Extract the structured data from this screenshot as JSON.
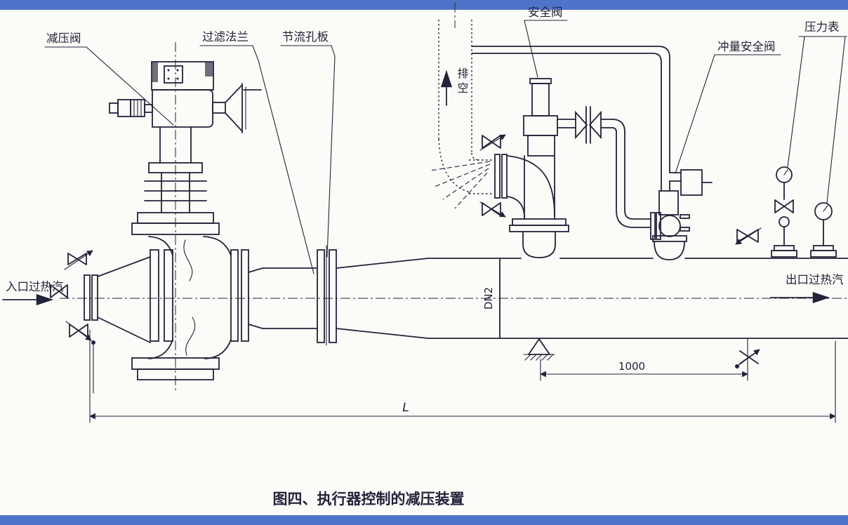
{
  "colors": {
    "bar_blue": "#4e73c8",
    "ink": "#23233a",
    "paper": "#fbfbf8"
  },
  "labels": {
    "reducing_valve": "减压阀",
    "filter_flange": "过滤法兰",
    "orifice_plate": "节流孔板",
    "safety_valve": "安全阀",
    "impulse_safety_valve": "冲量安全阀",
    "pressure_gauge": "压力表",
    "vent": "排空",
    "inlet_steam": "入口过热汽",
    "outlet_steam": "出口过热汽"
  },
  "dimensions": {
    "pipe_size": "DN2",
    "span_safety_to_drain": "1000",
    "total_length": "L"
  },
  "caption": "图四、执行器控制的减压装置"
}
